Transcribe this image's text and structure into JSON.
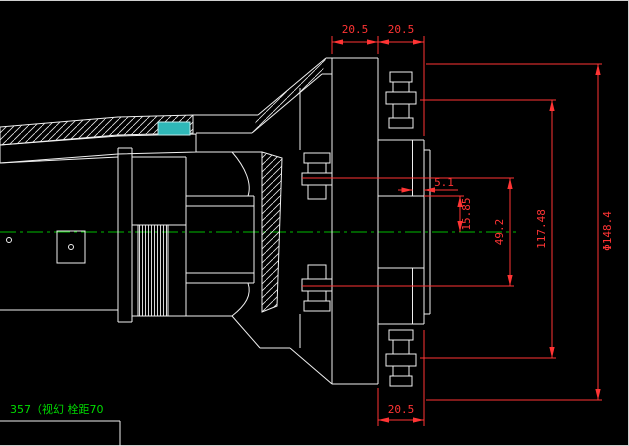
{
  "colors": {
    "bg": "#000000",
    "line-color": "#f0f0f0",
    "dim-color": "#ff3434",
    "center-color": "#00bb00",
    "note-color": "#00dd00",
    "highlight-color": "#2fb8b8"
  },
  "dimensions": {
    "top_flange_thickness": "20.5",
    "top_hub_offset": "20.5",
    "wall_thickness": "5.1",
    "bore_radius": "15.85",
    "stud_spacing": "49.2",
    "bolt_spacing": "117.48",
    "flange_diameter": "Φ148.4",
    "bottom_flange_thickness": "20.5"
  },
  "note": {
    "label": "357（视幻 栓距70"
  }
}
